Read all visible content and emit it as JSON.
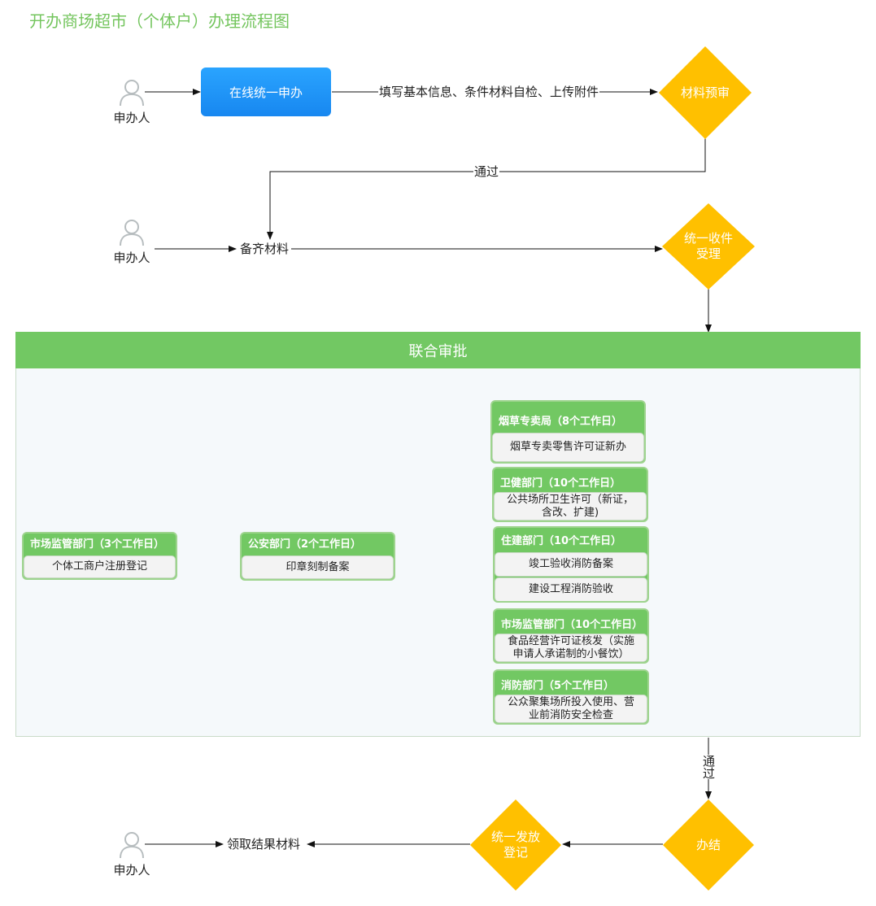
{
  "title": "开办商场超市（个体户）办理流程图",
  "applicant_label": "申办人",
  "online_button": "在线统一申办",
  "step1_text": "填写基本信息、条件材料自检、上传附件",
  "material_review": "材料预审",
  "pass_label": "通过",
  "prepare_materials": "备齐材料",
  "unified_receive": [
    "统一收件",
    "受理"
  ],
  "joint_review": "联合审批",
  "departments": {
    "market_reg": {
      "header": "市场监管部门（3个工作日）",
      "items": [
        "个体工商户注册登记"
      ]
    },
    "police": {
      "header": "公安部门（2个工作日）",
      "items": [
        "印章刻制备案"
      ]
    },
    "tobacco": {
      "header": "烟草专卖局（8个工作日）",
      "items": [
        "烟草专卖零售许可证新办"
      ]
    },
    "health": {
      "header": "卫健部门（10个工作日）",
      "items": [
        [
          "公共场所卫生许可（新证，",
          "含改、扩建)"
        ]
      ]
    },
    "construction": {
      "header": "住建部门（10个工作日）",
      "items": [
        "竣工验收消防备案",
        "建设工程消防验收"
      ]
    },
    "market_food": {
      "header": "市场监管部门（10个工作日）",
      "items": [
        [
          "食品经营许可证核发（实施",
          "申请人承诺制的小餐饮）"
        ]
      ]
    },
    "fire": {
      "header": "消防部门（5个工作日）",
      "items": [
        [
          "公众聚集场所投入使用、营",
          "业前消防安全检查"
        ]
      ]
    }
  },
  "completion": "办结",
  "unified_issue": [
    "统一发放",
    "登记"
  ],
  "collect_results": "领取结果材料",
  "colors": {
    "green": "#72c863",
    "yellow": "#ffc000",
    "blue": "#1f95fb",
    "title_green": "#74c55e"
  }
}
